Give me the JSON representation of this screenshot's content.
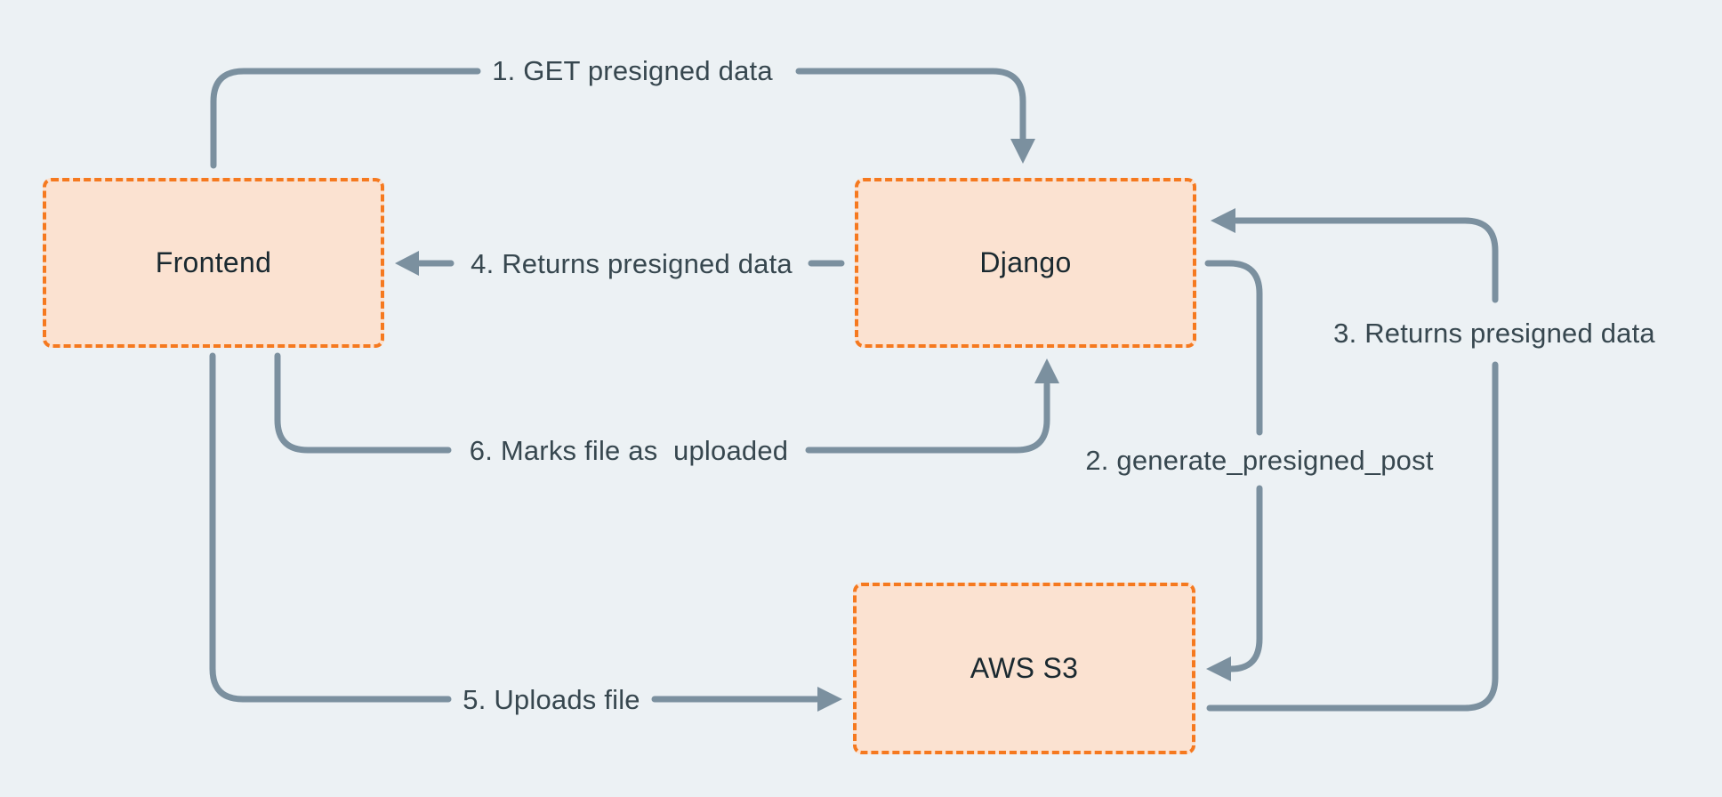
{
  "diagram": {
    "description": "Presigned upload flow between Frontend, Django and AWS S3",
    "colors": {
      "background": "#ECF1F4",
      "connector": "#7B909F",
      "flow_label_text": "#37474F",
      "node_fill": "#FBE2D1",
      "node_border": "#F5791F",
      "node_text": "#1A2930"
    }
  },
  "nodes": {
    "frontend": {
      "label": "Frontend"
    },
    "django": {
      "label": "Django"
    },
    "aws_s3": {
      "label": "AWS S3"
    }
  },
  "flows": {
    "f1": {
      "label": "1. GET presigned data",
      "from": "Frontend",
      "to": "Django"
    },
    "f2": {
      "label": "2. generate_presigned_post",
      "from": "Django",
      "to": "AWS S3"
    },
    "f3": {
      "label": "3. Returns presigned data",
      "from": "AWS S3",
      "to": "Django"
    },
    "f4": {
      "label": "4. Returns presigned data",
      "from": "Django",
      "to": "Frontend"
    },
    "f5": {
      "label": "5. Uploads file",
      "from": "Frontend",
      "to": "AWS S3"
    },
    "f6": {
      "label": "6. Marks file as  uploaded",
      "from": "Frontend",
      "to": "Django"
    }
  }
}
